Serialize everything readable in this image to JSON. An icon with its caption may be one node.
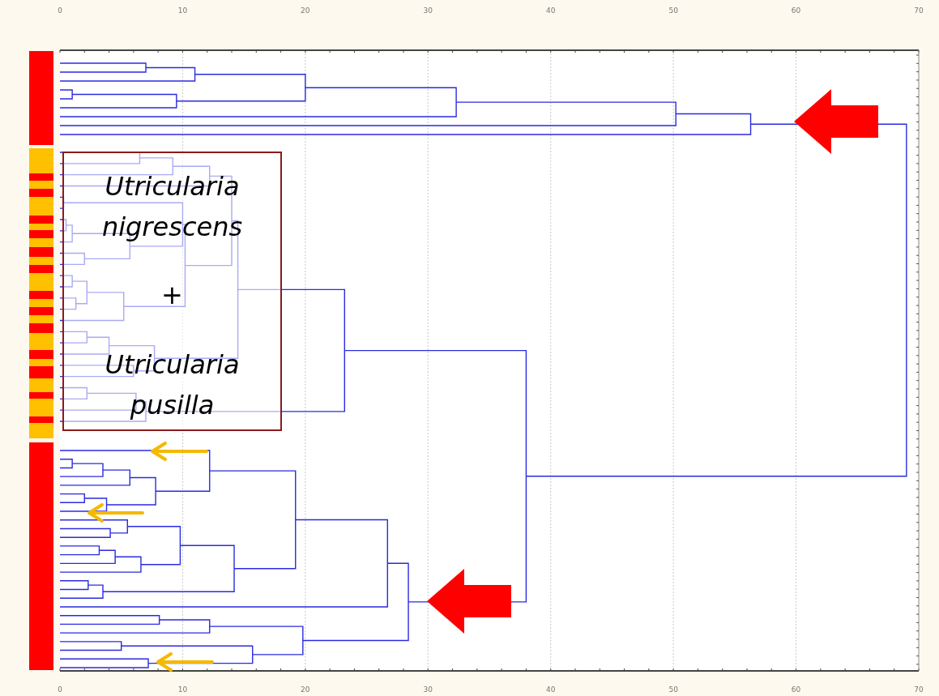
{
  "diagram": {
    "nodes": [
      {
        "text": [
          "Utricularia nigrescens",
          "+",
          "Utricularia pusilla"
        ]
      }
    ],
    "labels": [
      "0",
      "10",
      "20",
      "30",
      "40",
      "50",
      "60",
      "70",
      "0",
      "10",
      "20",
      "30",
      "40",
      "50",
      "60",
      "70"
    ]
  }
}
